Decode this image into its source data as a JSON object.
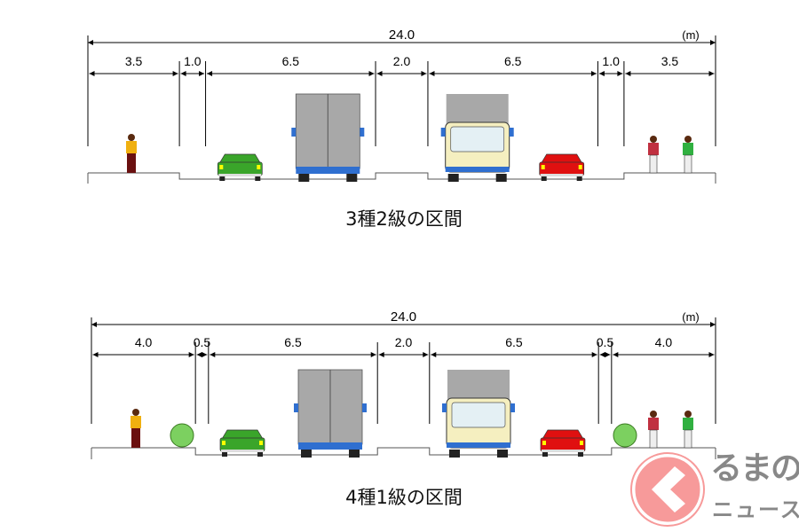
{
  "unit_label": "(m)",
  "sections": [
    {
      "caption": "3種2級の区間",
      "total_label": "24.0",
      "segments": [
        {
          "width": 3.5,
          "label": "3.5"
        },
        {
          "width": 1.0,
          "label": "1.0"
        },
        {
          "width": 6.5,
          "label": "6.5"
        },
        {
          "width": 2.0,
          "label": "2.0"
        },
        {
          "width": 6.5,
          "label": "6.5"
        },
        {
          "width": 1.0,
          "label": "1.0"
        },
        {
          "width": 3.5,
          "label": "3.5"
        }
      ],
      "has_trees": false
    },
    {
      "caption": "4種1級の区間",
      "total_label": "24.0",
      "segments": [
        {
          "width": 4.0,
          "label": "4.0"
        },
        {
          "width": 0.5,
          "label": "0.5"
        },
        {
          "width": 6.5,
          "label": "6.5"
        },
        {
          "width": 2.0,
          "label": "2.0"
        },
        {
          "width": 6.5,
          "label": "6.5"
        },
        {
          "width": 0.5,
          "label": "0.5"
        },
        {
          "width": 4.0,
          "label": "4.0"
        }
      ],
      "has_trees": true
    }
  ],
  "logo": {
    "text": "くるまのニュース",
    "brand_color": "#f79a9a",
    "text_color": "#888888"
  },
  "colors": {
    "green_car": "#3aa52a",
    "red_car": "#e01010",
    "truck_body": "#a8a8a8",
    "truck_base": "#2f6fd0",
    "bus_front": "#f5efc0"
  }
}
